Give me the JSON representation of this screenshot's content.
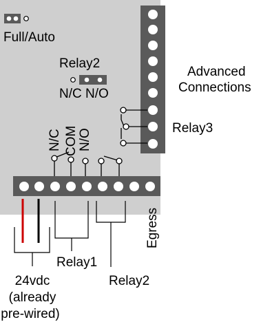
{
  "labels": {
    "full_auto": "Full/Auto",
    "relay2_header": "Relay2",
    "nc_no": "N/C N/O",
    "advanced_line1": "Advanced",
    "advanced_line2": "Connections",
    "relay3": "Relay3",
    "nc": "N/C",
    "com": "COM",
    "no": "N/O",
    "egress": "Egress",
    "relay1": "Relay1",
    "relay2_bottom": "Relay2",
    "power_line1": "24vdc",
    "power_line2": "(already",
    "power_line3": "pre-wired)"
  },
  "colors": {
    "board": "#cfcfcf",
    "terminal_strip": "#5a5a5a",
    "terminal_hole": "#ffffff",
    "wire_red": "#cc0000",
    "wire_black": "#000000",
    "line": "#000000"
  }
}
